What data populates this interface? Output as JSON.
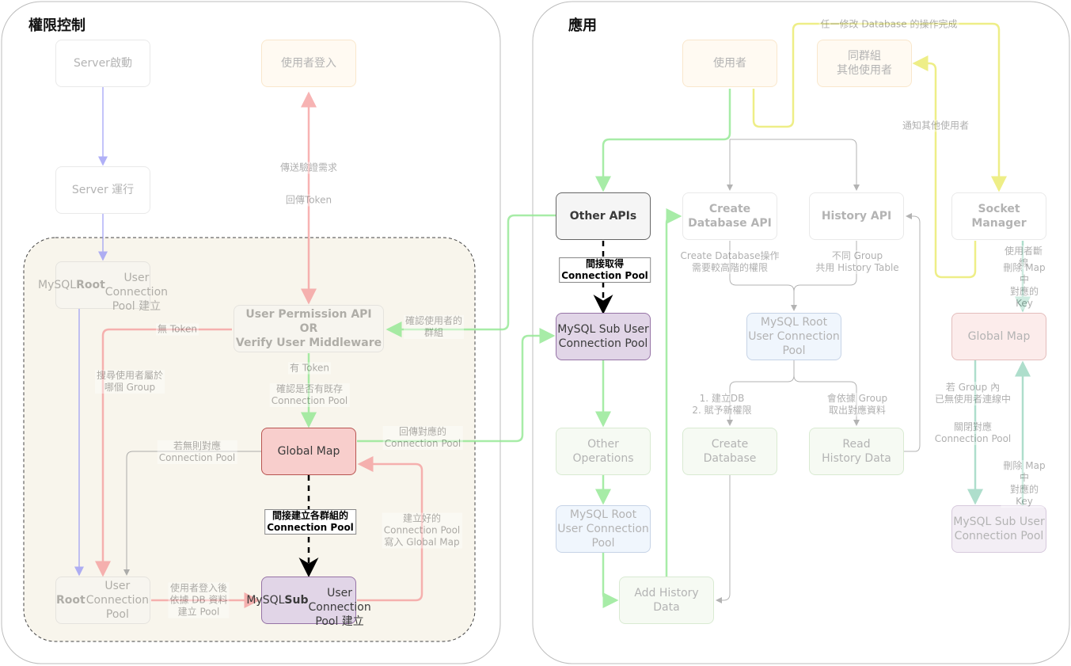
{
  "sections": {
    "left_title": "權限控制",
    "right_title": "應用"
  },
  "nodes": {
    "server_start": "Server啟動",
    "server_running": "Server 運行",
    "mysql_root_setup": "MySQL **Root**\nUser Connection\nPool 建立",
    "user_login": "使用者登入",
    "user_permission": "**User Permission API\nOR\nVerify User Middleware**",
    "global_map_left": "Global Map",
    "root_user_pool": "**Root** User\nConnection Pool",
    "mysql_sub_setup": "MySQL **Sub**\nUser Connection\nPool 建立",
    "user_right": "使用者",
    "group_users": "同群組\n其他使用者",
    "other_apis": "**Other APIs**",
    "create_db_api": "**Create\nDatabase API**",
    "history_api": "**History API**",
    "socket_manager": "**Socket\nManager**",
    "mysql_sub_right": "MySQL Sub User\nConnection Pool",
    "mysql_root_mid": "MySQL Root\nUser Connection\nPool",
    "global_map_right": "Global Map",
    "other_operations": "Other Operations",
    "create_database": "Create\nDatabase",
    "read_history": "Read\nHistory Data",
    "mysql_root_low": "MySQL Root\nUser Connection\nPool",
    "add_history": "Add History Data",
    "mysql_sub_far": "MySQL Sub User\nConnection Pool"
  },
  "labels": {
    "send_verify": "傳送驗證需求",
    "return_token": "回傳Token",
    "no_token": "無 Token",
    "has_token": "有 Token",
    "confirm_pool": "確認是否有既存\nConnection Pool",
    "find_group": "搜尋使用者屬於\n哪個 Group",
    "confirm_group": "確認使用者的\n群組",
    "no_pool": "若無則對應\nConnection Pool",
    "return_pool": "回傳對應的\nConnection Pool",
    "indirect_build": "間接建立各群組的\nConnection Pool",
    "built_pool": "建立好的\nConnection Pool\n寫入 Global Map",
    "login_build": "使用者登入後\n依據 DB 資料\n建立 Pool",
    "indirect_get": "間接取得\nConnection Pool",
    "any_modify": "任一修改 Database 的操作完成",
    "notify_others": "通知其他使用者",
    "create_db_perm": "Create Database操作\n需要較高階的權限",
    "diff_group": "不同 Group\n共用 History Table",
    "build_db": "1. 建立DB\n2. 賦予新權限",
    "by_group": "會依據 Group\n取出對應資料",
    "user_disconnect": "使用者斷線",
    "delete_key_1": "刪除 Map 中\n對應的 Key",
    "if_group_none": "若 Group 內\n已無使用者連線中",
    "close_pool": "關閉對應\nConnection Pool",
    "delete_key_2": "刪除 Map 中\n對應的 Key"
  },
  "colors": {
    "blue": "#8f8ff5",
    "red": "#f59a9a",
    "green": "#92e892",
    "yellow": "#eaea6a",
    "gray": "#9a9a9a",
    "teal": "#9ad6c0"
  }
}
